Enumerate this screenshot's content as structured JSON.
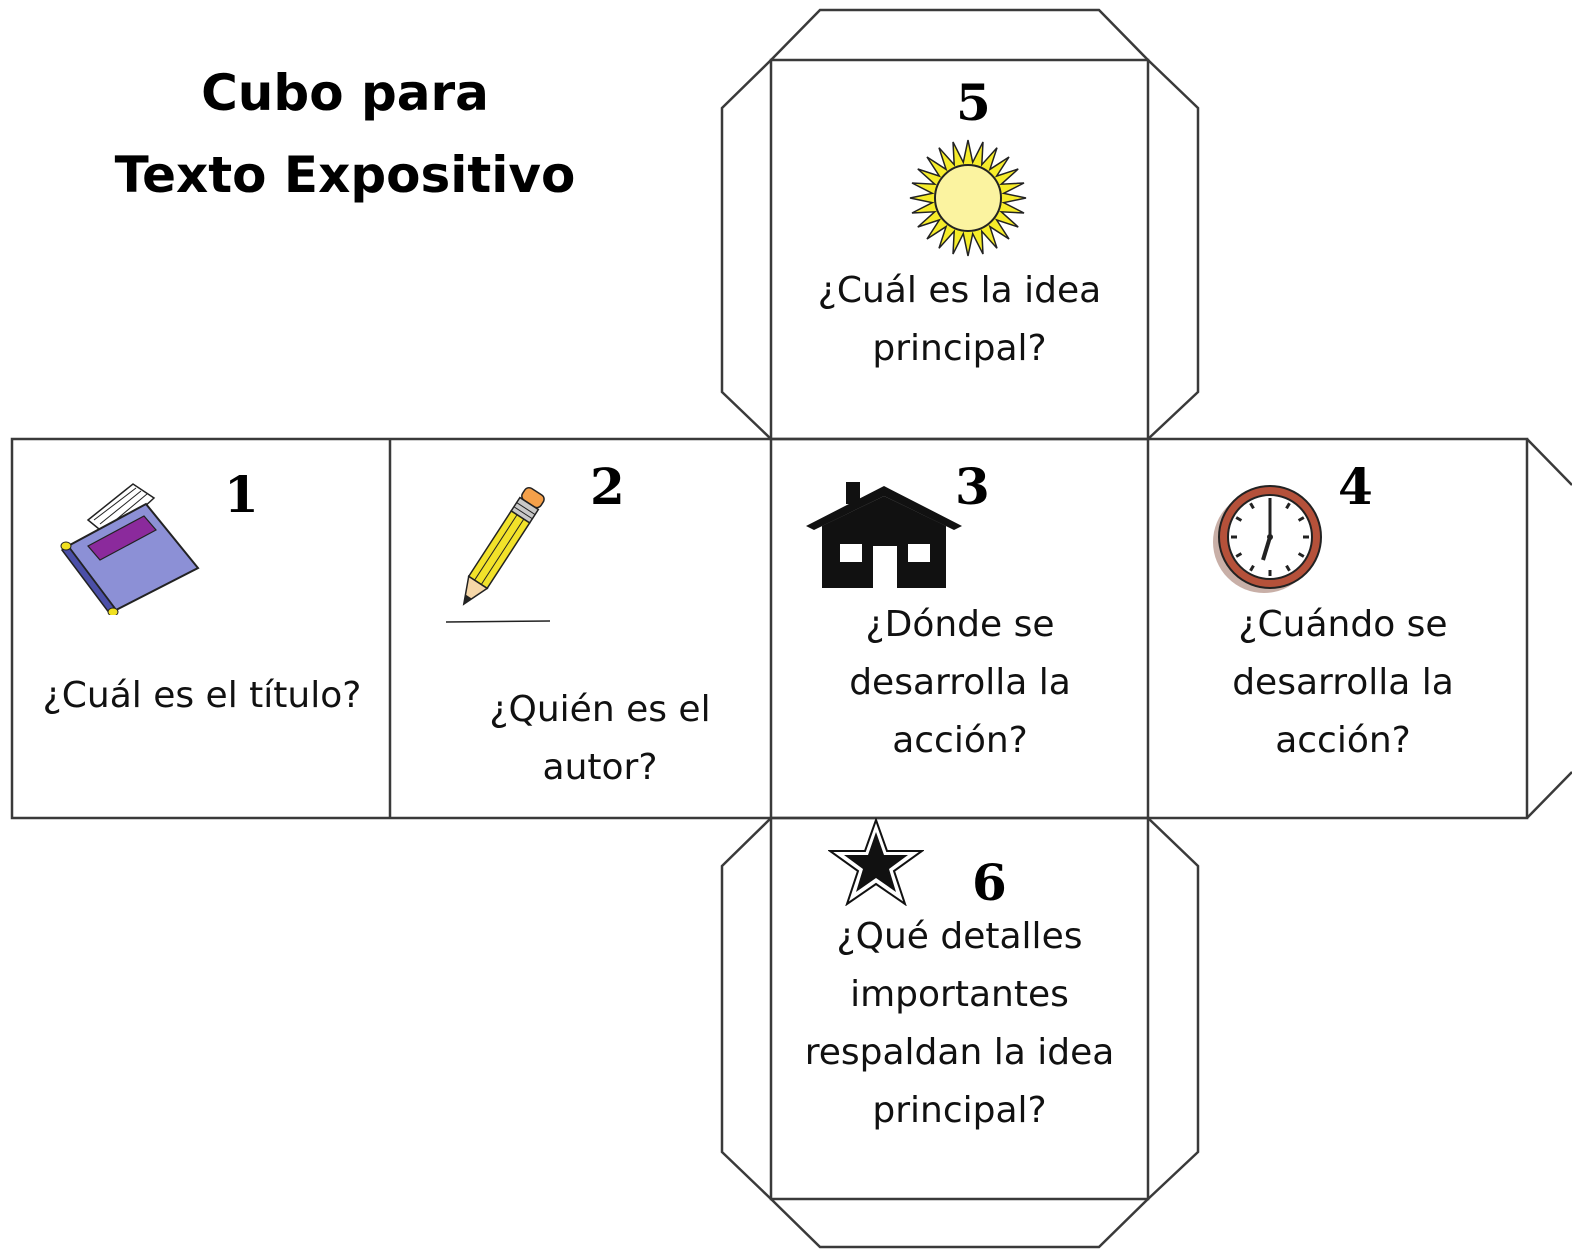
{
  "title": {
    "line1": "Cubo para",
    "line2": "Texto Expositivo"
  },
  "faces": [
    {
      "number": "1",
      "question": "¿Cuál es el título?",
      "icon": "book-icon"
    },
    {
      "number": "2",
      "question": "¿Quién es el autor?",
      "icon": "pencil-icon"
    },
    {
      "number": "3",
      "question": "¿Dónde se desarrolla la acción?",
      "icon": "house-icon"
    },
    {
      "number": "4",
      "question": "¿Cuándo se desarrolla la acción?",
      "icon": "clock-icon"
    },
    {
      "number": "5",
      "question": "¿Cuál es la idea principal?",
      "icon": "sun-icon"
    },
    {
      "number": "6",
      "question": "¿Qué detalles importantes respaldan la idea principal?",
      "icon": "star-icon"
    }
  ],
  "colors": {
    "outline": "#3a3a3a",
    "book": "#7a7fd0",
    "pencil": "#f2e22a",
    "sun": "#f6ec2a",
    "clock_rim": "#b5513a"
  }
}
